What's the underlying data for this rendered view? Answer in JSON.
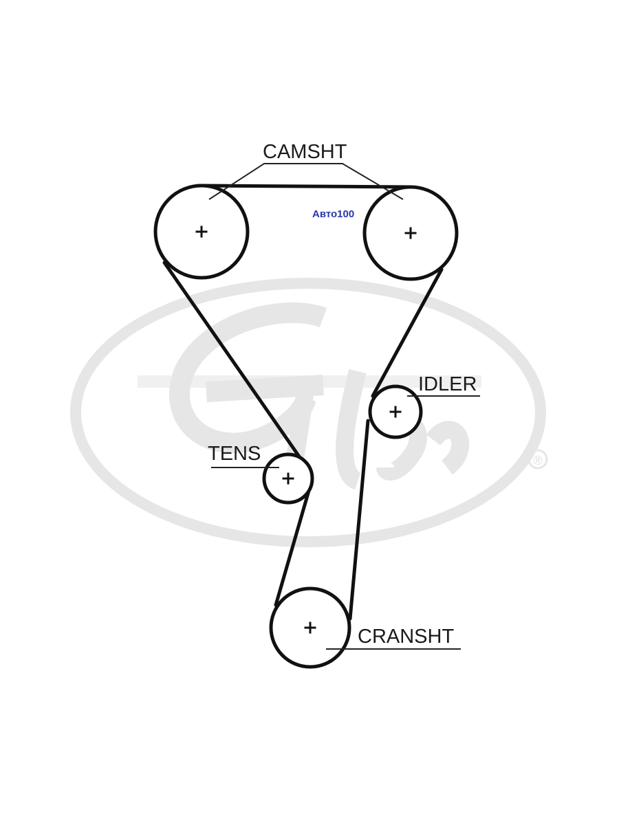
{
  "labels": {
    "camshaft": "CAMSHT",
    "tensioner": "TENS",
    "idler": "IDLER",
    "crankshaft": "CRANSHT"
  },
  "watermark": {
    "shop": "Авто100",
    "registered": "®"
  },
  "colors": {
    "line": "#111111",
    "logo": "#e6e6e6",
    "watermark_text": "#2b3aa8"
  }
}
